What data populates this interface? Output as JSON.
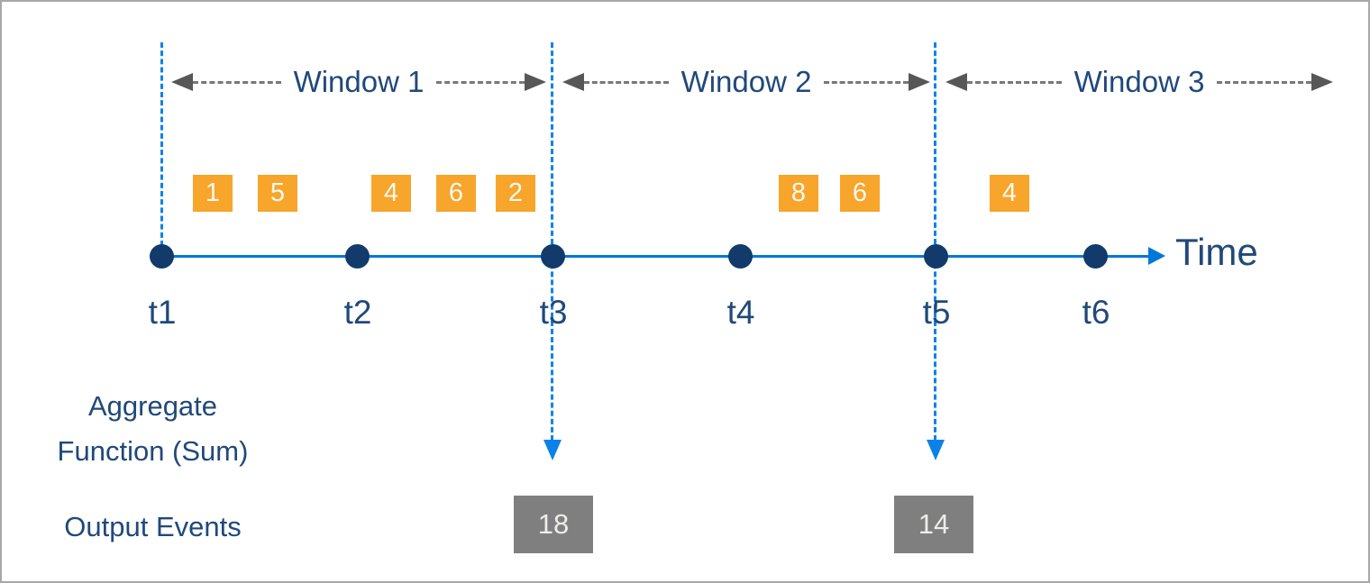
{
  "diagram": {
    "windows": [
      {
        "label": "Window 1"
      },
      {
        "label": "Window 2"
      },
      {
        "label": "Window 3"
      }
    ],
    "events": [
      {
        "value": "1"
      },
      {
        "value": "5"
      },
      {
        "value": "4"
      },
      {
        "value": "6"
      },
      {
        "value": "2"
      },
      {
        "value": "8"
      },
      {
        "value": "6"
      },
      {
        "value": "4"
      }
    ],
    "timeline": {
      "ticks": [
        "t1",
        "t2",
        "t3",
        "t4",
        "t5",
        "t6"
      ],
      "axis_label": "Time"
    },
    "aggregate_label_line1": "Aggregate",
    "aggregate_label_line2": "Function (Sum)",
    "output_label": "Output Events",
    "outputs": [
      {
        "value": "18"
      },
      {
        "value": "14"
      }
    ]
  },
  "colors": {
    "accent_blue": "#0078d7",
    "dashed_blue": "#0d83e8",
    "navy_text": "#20497a",
    "dot_navy": "#123a6b",
    "event_orange": "#f7a52b",
    "output_gray": "#7f7f7f",
    "span_gray": "#787878",
    "border_gray": "#a8a8a8"
  }
}
